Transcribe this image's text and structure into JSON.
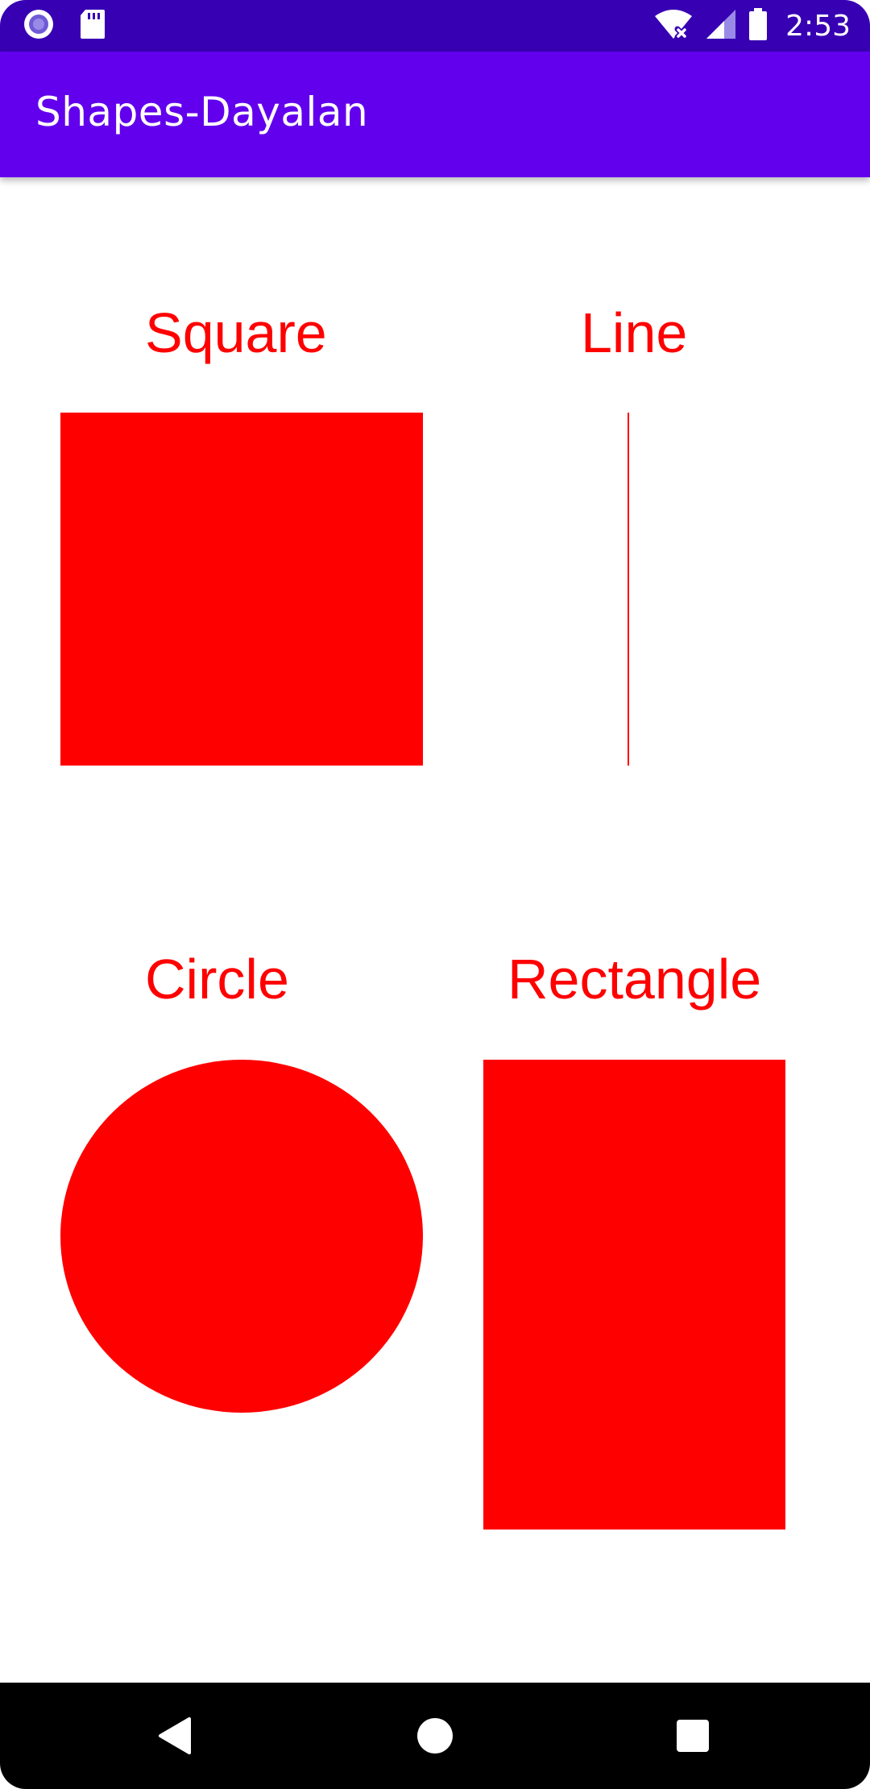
{
  "status_bar": {
    "time": "2:53",
    "icons": [
      "record-icon",
      "sd-card-icon",
      "wifi-off-icon",
      "cell-signal-icon",
      "battery-icon"
    ]
  },
  "app_bar": {
    "title": "Shapes-Dayalan"
  },
  "shapes": {
    "square_label": "Square",
    "line_label": "Line",
    "circle_label": "Circle",
    "rectangle_label": "Rectangle",
    "color": "#ff0000"
  },
  "nav_bar": {
    "buttons": [
      "back-icon",
      "home-icon",
      "recents-icon"
    ]
  },
  "colors": {
    "status_bar": "#3700b3",
    "app_bar": "#6200ee",
    "shape": "#ff0000"
  }
}
